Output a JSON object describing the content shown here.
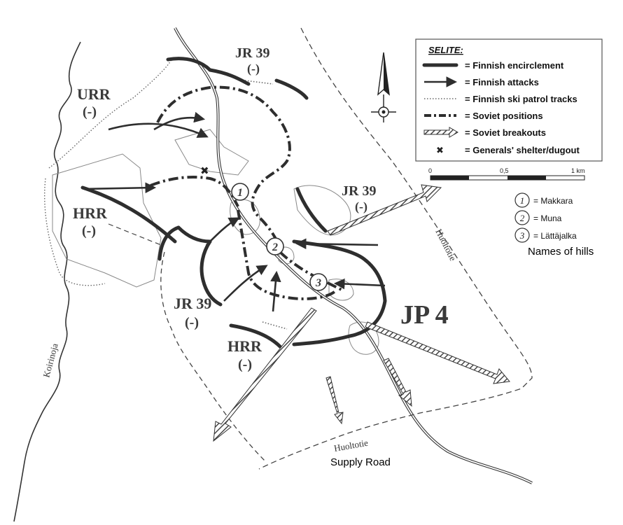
{
  "units": {
    "urr": {
      "name": "URR",
      "strength": "(-)"
    },
    "jr39_top": {
      "name": "JR 39",
      "strength": "(-)"
    },
    "jr39_right": {
      "name": "JR 39",
      "strength": "(-)"
    },
    "hrr_left": {
      "name": "HRR",
      "strength": "(-)"
    },
    "jr39_bottom": {
      "name": "JR 39",
      "strength": "(-)"
    },
    "hrr_bottom": {
      "name": "HRR",
      "strength": "(-)"
    },
    "jp4": {
      "name": "JP 4"
    }
  },
  "legend": {
    "title": "SELITE:",
    "items": [
      {
        "symbol": "finnish-encirclement",
        "label": "= Finnish encirclement"
      },
      {
        "symbol": "finnish-attacks",
        "label": "= Finnish attacks"
      },
      {
        "symbol": "finnish-ski-patrol-tracks",
        "label": "= Finnish ski patrol tracks"
      },
      {
        "symbol": "soviet-positions",
        "label": "= Soviet positions"
      },
      {
        "symbol": "soviet-breakouts",
        "label": "= Soviet breakouts"
      },
      {
        "symbol": "generals-shelter",
        "label": "= Generals' shelter/dugout"
      }
    ]
  },
  "scale": {
    "t0": "0",
    "t1": "0,5",
    "t2": "1 km"
  },
  "hills": {
    "items": [
      {
        "num": "1",
        "name": "= Makkara"
      },
      {
        "num": "2",
        "name": "= Muna"
      },
      {
        "num": "3",
        "name": "= Lättäjalka"
      }
    ],
    "caption": "Names of hills"
  },
  "places": {
    "creek": "Koirinoja",
    "road_upper": "Huoltotie",
    "road_lower": "Huoltotie",
    "supply_road": "Supply Road"
  },
  "colors": {
    "ink": "#2e2e2e",
    "paper": "#ffffff"
  }
}
